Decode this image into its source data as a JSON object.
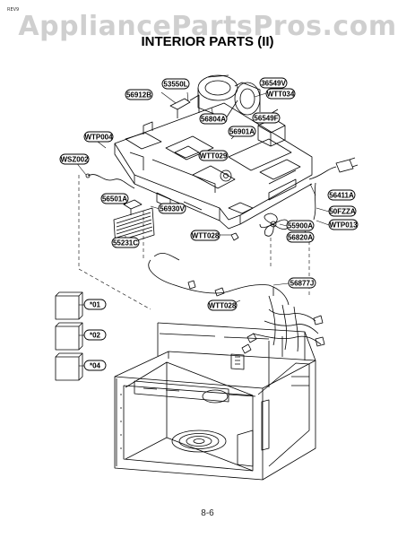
{
  "header": {
    "code": "REV9",
    "watermark": "AppliancePartsPros.com",
    "title": "INTERIOR PARTS (II)"
  },
  "footer": {
    "page_number": "8-6"
  },
  "part_labels": {
    "p53550L": "53550L",
    "p36549V": "36549V",
    "pWTT034": "WTT034",
    "p56912B": "56912B",
    "p56804A": "56804A",
    "p56549F": "56549F",
    "p56901A": "56901A",
    "pWTP004": "WTP004",
    "pWTT029": "WTT029",
    "pWSZ002": "WSZ002",
    "p56411A": "56411A",
    "p56501A": "56501A",
    "p56930V": "56930V",
    "p50FZZA": "50FZZA",
    "pWTP013": "WTP013",
    "p55900A": "55900A",
    "pWTT028a": "WTT028",
    "p56820A": "56820A",
    "p55231C": "55231C",
    "p56877J": "56877J",
    "pWTT028b": "WTT028",
    "s01": "*01",
    "s02": "*02",
    "s04": "*04"
  }
}
